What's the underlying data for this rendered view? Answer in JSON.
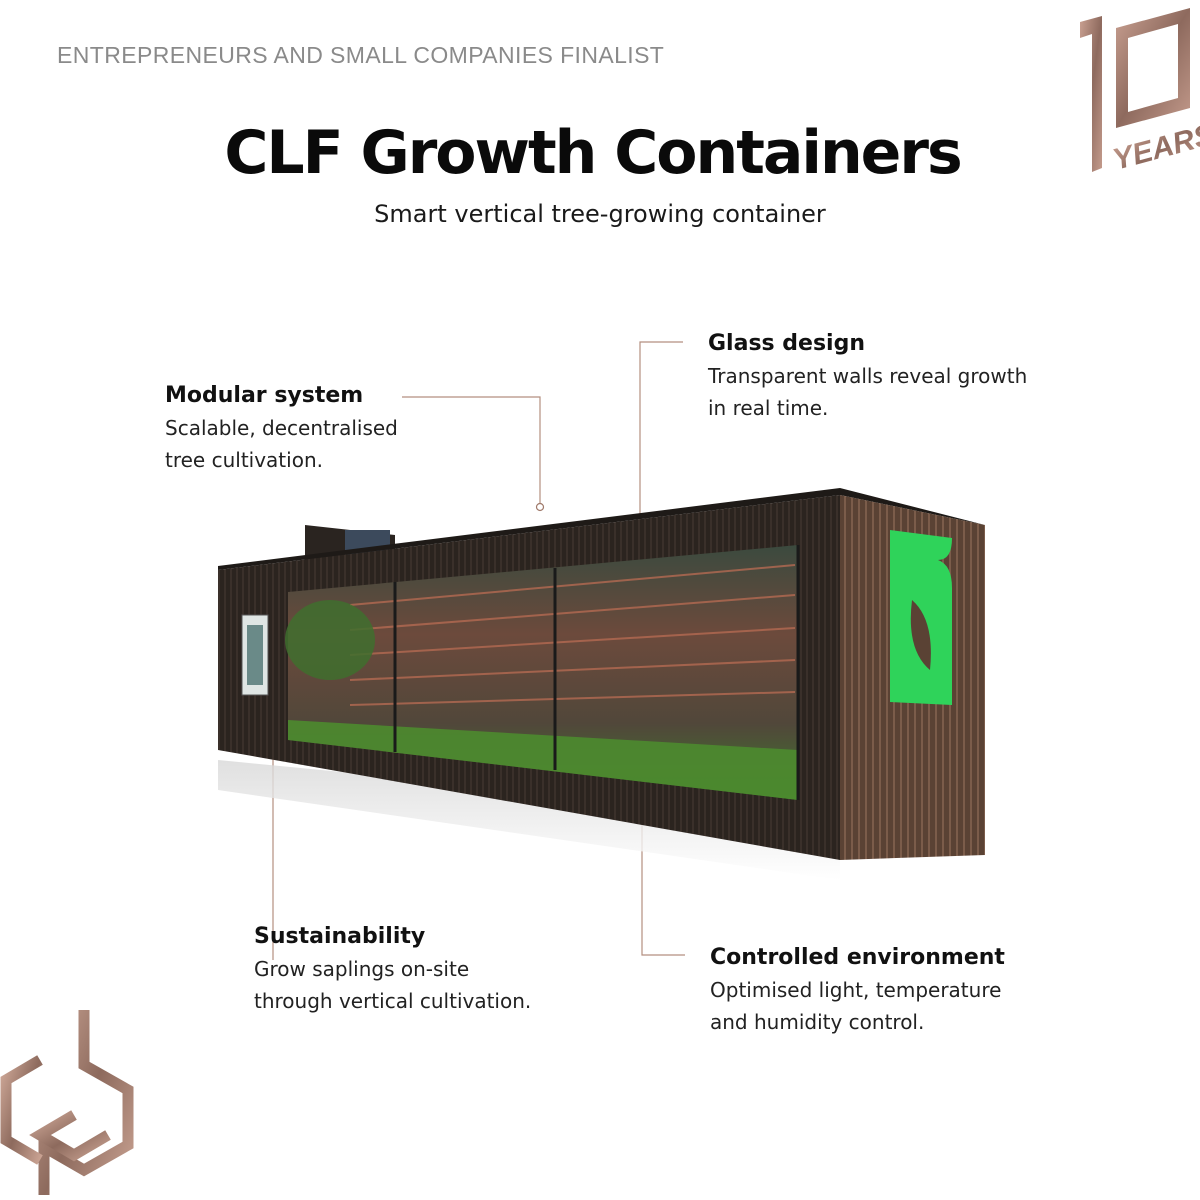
{
  "header": {
    "kicker": "ENTREPRENEURS AND SMALL COMPANIES FINALIST",
    "title": "CLF Growth Containers",
    "subtitle": "Smart vertical tree-growing container"
  },
  "badge": {
    "years_text": "YEARS"
  },
  "features": [
    {
      "title": "Modular system",
      "lines": [
        "Scalable, decentralised",
        "tree cultivation."
      ]
    },
    {
      "title": "Glass design",
      "lines": [
        "Transparent walls reveal growth",
        "in real time."
      ]
    },
    {
      "title": "Sustainability",
      "lines": [
        "Grow saplings on-site",
        "through vertical cultivation."
      ]
    },
    {
      "title": "Controlled environment",
      "lines": [
        "Optimised light, temperature",
        "and humidity control."
      ]
    }
  ],
  "colors": {
    "accent": "#a9806f",
    "logo_green": "#2fd35a",
    "container_dark": "#2a2420"
  },
  "icons": [
    "ten-years-badge-icon",
    "corner-logo-icon",
    "leaf-logo-icon"
  ]
}
